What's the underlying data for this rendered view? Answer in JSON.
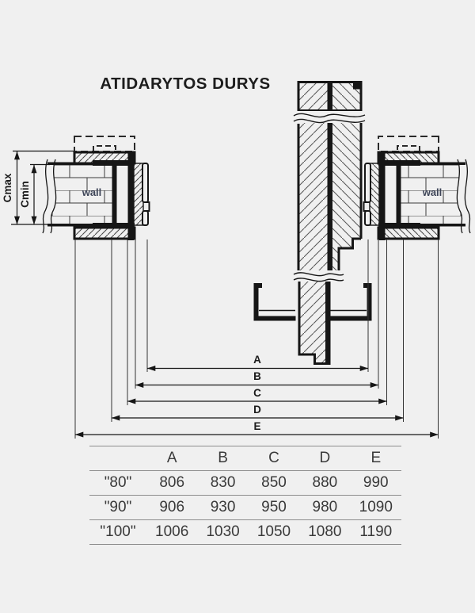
{
  "title": "ATIDARYTOS DURYS",
  "drawing": {
    "wall_label_left": "wall",
    "wall_label_right": "wall",
    "cmax_label": "Cmax",
    "cmin_label": "Cmin",
    "dim_labels": [
      "A",
      "B",
      "C",
      "D",
      "E"
    ]
  },
  "table": {
    "col_headers": [
      "A",
      "B",
      "C",
      "D",
      "E"
    ],
    "rows": [
      {
        "label": "\"80\"",
        "values": [
          "806",
          "830",
          "850",
          "880",
          "990"
        ]
      },
      {
        "label": "\"90\"",
        "values": [
          "906",
          "930",
          "950",
          "980",
          "1090"
        ]
      },
      {
        "label": "\"100\"",
        "values": [
          "1006",
          "1030",
          "1050",
          "1080",
          "1190"
        ]
      }
    ]
  },
  "colors": {
    "background": "#f0f0f0",
    "line": "#161616",
    "hatch": "#555555",
    "wall_text": "#3e4558",
    "table_text": "#3a3a3a",
    "table_rule": "#8d8d8d"
  }
}
